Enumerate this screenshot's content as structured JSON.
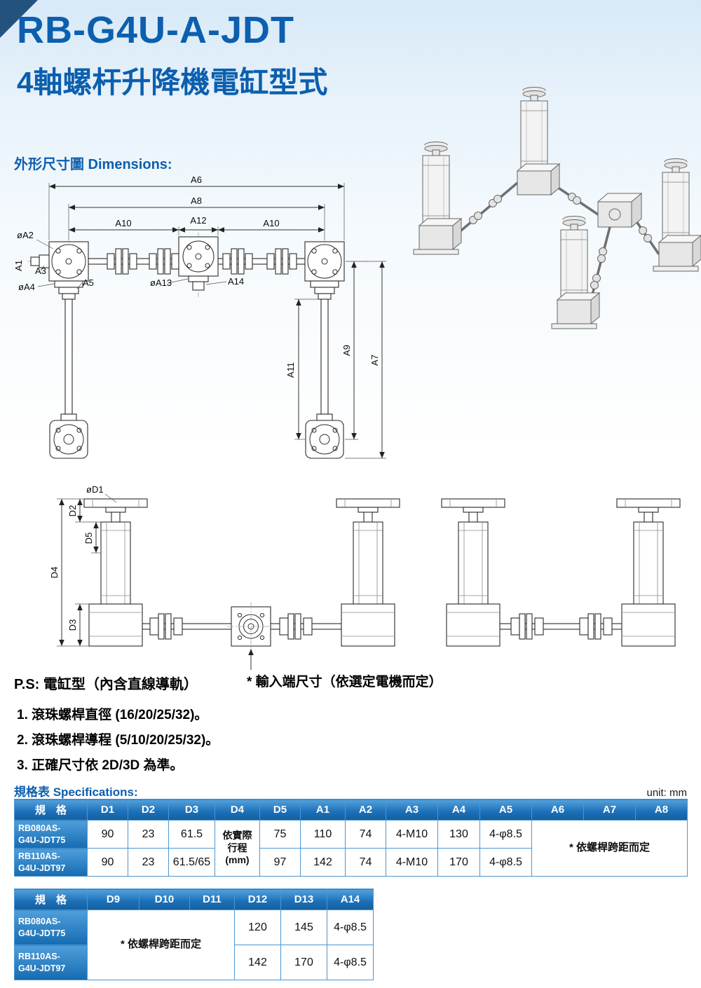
{
  "header": {
    "title": "RB-G4U-A-JDT",
    "subtitle": "4軸螺杆升降機電缸型式",
    "dimensions_heading": "外形尺寸圖 Dimensions:"
  },
  "front_view": {
    "a6": "A6",
    "a8": "A8",
    "a10_left": "A10",
    "a12": "A12",
    "a10_right": "A10",
    "oa2": "øA2",
    "a1": "A1",
    "a3": "A3",
    "oa4": "øA4",
    "a5": "A5",
    "oa13": "øA13",
    "a14": "A14",
    "a11": "A11",
    "a9": "A9",
    "a7": "A7"
  },
  "side_view": {
    "od1": "øD1",
    "d2": "D2",
    "d5": "D5",
    "d4": "D4",
    "d3": "D3"
  },
  "notes": {
    "ps": "P.S: 電缸型（內含直線導軌）",
    "input_dim": "* 輸入端尺寸（依選定電機而定）",
    "items": [
      "1. 滾珠螺桿直徑 (16/20/25/32)。",
      "2. 滾珠螺桿導程 (5/10/20/25/32)。",
      "3. 正確尺寸依 2D/3D 為準。"
    ]
  },
  "specs": {
    "heading": "規格表 Specifications:",
    "unit": "unit: mm",
    "table1": {
      "headers": [
        "規　格",
        "D1",
        "D2",
        "D3",
        "D4",
        "D5",
        "A1",
        "A2",
        "A3",
        "A4",
        "A5",
        "A6",
        "A7",
        "A8"
      ],
      "d4_merged": "依實際\n行程\n(mm)",
      "a6_a8_merged": "* 依螺桿跨距而定",
      "rows": [
        {
          "model": "RB080AS-\nG4U-JDT75",
          "d1": "90",
          "d2": "23",
          "d3": "61.5",
          "d5": "75",
          "a1": "110",
          "a2": "74",
          "a3": "4-M10",
          "a4": "130",
          "a5": "4-φ8.5"
        },
        {
          "model": "RB110AS-\nG4U-JDT97",
          "d1": "90",
          "d2": "23",
          "d3": "61.5/65",
          "d5": "97",
          "a1": "142",
          "a2": "74",
          "a3": "4-M10",
          "a4": "170",
          "a5": "4-φ8.5"
        }
      ]
    },
    "table2": {
      "headers": [
        "規　格",
        "D9",
        "D10",
        "D11",
        "D12",
        "D13",
        "A14"
      ],
      "d9_d11_merged": "* 依螺桿跨距而定",
      "rows": [
        {
          "model": "RB080AS-\nG4U-JDT75",
          "d12": "120",
          "d13": "145",
          "a14": "4-φ8.5"
        },
        {
          "model": "RB110AS-\nG4U-JDT97",
          "d12": "142",
          "d13": "170",
          "a14": "4-φ8.5"
        }
      ]
    }
  }
}
